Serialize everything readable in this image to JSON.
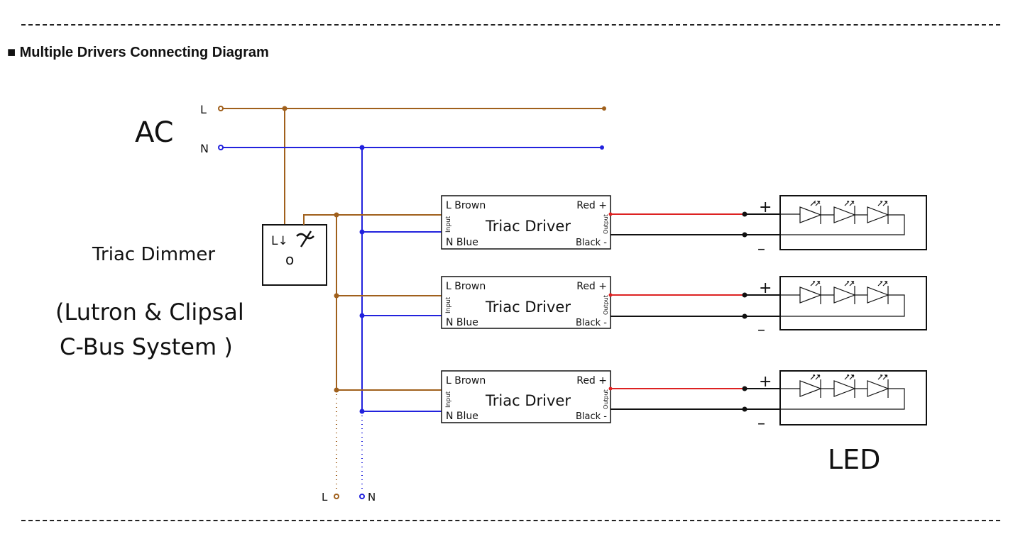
{
  "header": {
    "title": "■ Multiple Drivers Connecting Diagram"
  },
  "ac": {
    "label": "AC",
    "line_label": "L",
    "neutral_label": "N"
  },
  "dimmer": {
    "name": "Triac Dimmer",
    "systems_line1": "(Lutron & Clipsal",
    "systems_line2": "C-Bus System )",
    "terminal_label": "L↓",
    "knob_symbol": "o"
  },
  "drivers": [
    {
      "title": "Triac Driver",
      "input_l": "L Brown",
      "input_n": "N Blue",
      "output_pos": "Red +",
      "output_neg": "Black -",
      "input_side": "Input",
      "output_side": "Output"
    },
    {
      "title": "Triac Driver",
      "input_l": "L Brown",
      "input_n": "N Blue",
      "output_pos": "Red +",
      "output_neg": "Black -",
      "input_side": "Input",
      "output_side": "Output"
    },
    {
      "title": "Triac Driver",
      "input_l": "L Brown",
      "input_n": "N Blue",
      "output_pos": "Red +",
      "output_neg": "Black -",
      "input_side": "Input",
      "output_side": "Output"
    }
  ],
  "led": {
    "label": "LED",
    "plus": "+",
    "minus": "–"
  },
  "bottom": {
    "line_label": "L",
    "neutral_label": "N"
  },
  "colors": {
    "line_wire": "#a0601c",
    "neutral_wire": "#2222dd",
    "positive_wire": "#dd2222",
    "negative_wire": "#111111"
  }
}
